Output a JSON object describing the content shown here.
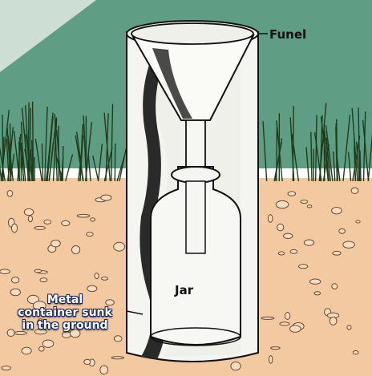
{
  "labels": {
    "funnel": "Funel",
    "jar": "Jar",
    "metal_line1": "Metal",
    "metal_line2": "container sunk",
    "metal_line3": "in the ground"
  },
  "colors": {
    "sky": "#5f9e84",
    "soil": "#f3c9a1",
    "grass": "#2e5a2b",
    "container": "#f4f4f0",
    "label_outline": "#1c2a58"
  }
}
